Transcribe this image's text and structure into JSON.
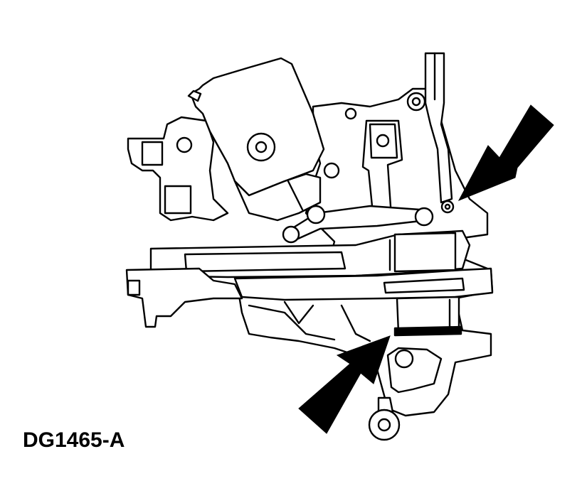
{
  "figure": {
    "id_label": "DG1465-A"
  },
  "colors": {
    "line": "#000000",
    "fill": "#ffffff",
    "arrow": "#000000"
  },
  "callouts": {
    "count": 2,
    "style": "solid-arrow"
  }
}
